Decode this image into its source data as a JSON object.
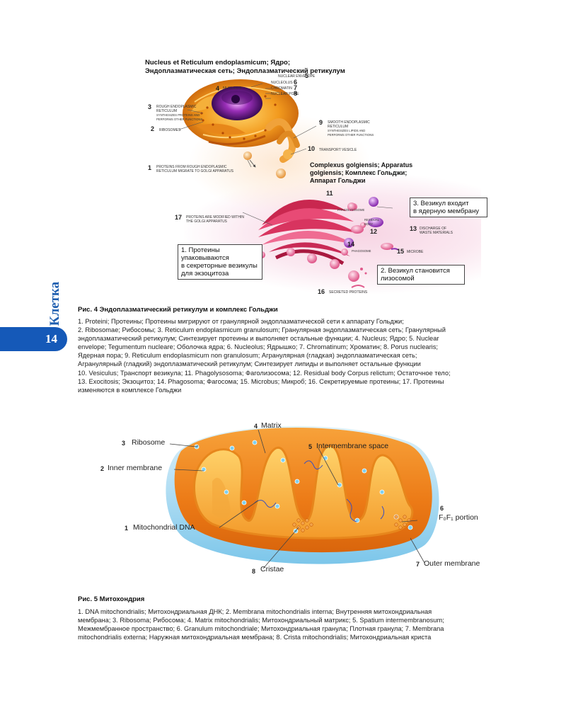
{
  "side_label": "Клетка",
  "page_number": "14",
  "fig4": {
    "title_line1": "Nucleus et Reticulum endoplasmicum; Ядро;",
    "title_line2": "Эндоплазматическая сеть; Эндоплазматический ретикулум",
    "golgi_title_line1": "Complexus golgiensis; Apparatus",
    "golgi_title_line2": "golgiensis; Комплекс Гольджи;",
    "golgi_title_line3": "Аппарат Гольджи",
    "labels": {
      "nuclear_envelope": "Nuclear envelope",
      "nucleus": "Nucleus",
      "nucleolus": "Nucleolus",
      "chromatin": "Chromatin",
      "nuclear_pore": "Nuclear pore",
      "rough_er_1": "Rough endoplasmic",
      "rough_er_2": "reticulum",
      "rough_er_3": "synthesizes proteins and",
      "rough_er_4": "performs other functions",
      "ribosomes": "Ribosomes",
      "smooth_er_1": "Smooth endoplasmic",
      "smooth_er_2": "reticulum",
      "smooth_er_3": "synthesizes lipids and",
      "smooth_er_4": "performs other functions",
      "transport_vesicle": "Transport vesicle",
      "proteins_migrate_1": "Proteins from rough endoplasmic",
      "proteins_migrate_2": "reticulum migrate to golgi apparatus",
      "proteins_modified_1": "Proteins are modified within",
      "proteins_modified_2": "the golgi apparatus",
      "phagolysosome": "Phagolysosome",
      "residual_body_1": "Residual",
      "residual_body_2": "body",
      "discharge_1": "Discharge of",
      "discharge_2": "waste materials",
      "phagosome": "Phagosome",
      "microbe": "Microbe",
      "secreted_proteins": "Secreted proteins"
    },
    "numbers": {
      "n1": "1",
      "n2": "2",
      "n3": "3",
      "n4": "4",
      "n5": "5",
      "n6": "6",
      "n7": "7",
      "n8": "8",
      "n9": "9",
      "n10": "10",
      "n11": "11",
      "n12": "12",
      "n13": "13",
      "n14": "14",
      "n15": "15",
      "n16": "16",
      "n17": "17"
    },
    "callouts": {
      "c1_line1": "1. Протеины",
      "c1_line2": "упаковываются",
      "c1_line3": "в секреторные везикулы",
      "c1_line4": "для экзоцитоза",
      "c2_line1": "2. Везикул становится",
      "c2_line2": "лизосомой",
      "c3_line1": "3. Везикул входит",
      "c3_line2": "в ядерную мембрану"
    }
  },
  "caption4": {
    "title": "Рис. 4 Эндоплазматический ретикулум и комплекс Гольджи",
    "lines": [
      "1. Proteini; Протеины; Протеины мигрируют от гранулярной эндоплазматической сети к аппарату Гольджи;",
      "2. Ribosomae; Рибосомы; 3. Reticulum endoplasmicum granulosum; Гранулярная эндоплазматическая сеть; Гранулярный",
      "эндоплазматический ретикулум; Синтезирует протеины и выполняет остальные функции; 4. Nucleus; Ядро; 5. Nuclear",
      "envelope; Tegumentum nucleare; Оболочка ядра; 6. Nucleolus; Ядрышко; 7. Chromatinum; Хроматин; 8. Porus nuclearis;",
      "Ядерная пора; 9. Reticulum endoplasmicum non granulosum; Агранулярная (гладкая) эндоплазматическая сеть;",
      "Агранулярный (гладкий) эндоплазматический ретикулум; Синтезирует липиды и выполняет остальные функции",
      "10. Vesiculus; Транспорт везикула; 11. Phagolysosoma; Фаголизосома; 12. Residual body Corpus relictum; Остаточное тело;",
      "13. Exocitosis; Экзоцитоз; 14. Phagosoma; Фагосома; 15. Microbus; Микроб; 16. Секретируемые протеины; 17. Протеины",
      "изменяются в комплексе Гольджи"
    ]
  },
  "fig5": {
    "labels": {
      "n4": "4",
      "matrix": "Matrix",
      "n3": "3",
      "ribosome": "Ribosome",
      "n5": "5",
      "intermembrane": "Intermembrane space",
      "n2": "2",
      "inner_membrane": "Inner membrane",
      "n6": "6",
      "f0f1": "F₀F₁ portion",
      "n1": "1",
      "mtdna": "Mitochondrial DNA",
      "n7": "7",
      "outer_membrane": "Outer membrane",
      "n8": "8",
      "cristae": "Cristae"
    }
  },
  "caption5": {
    "title": "Рис. 5 Митохондрия",
    "lines": [
      "1. DNA mitochondrialis; Митохондриальная ДНК; 2. Membrana mitochondrialis interna; Внутренняя митохондриальная",
      "мембрана; 3. Ribosoma; Рибосома; 4. Matrix mitochondrialis; Митохондриальный матрикс; 5. Spatium intermembranosum;",
      "Межмембранное пространство; 6. Granulum mitochondriale; Митохондриальная гранула; Плотная гранула; 7. Membrana",
      "mitochondrialis externa; Наружная митохондриальная мембрана; 8. Crista mitochondrialis; Митохондриальная криста"
    ]
  }
}
